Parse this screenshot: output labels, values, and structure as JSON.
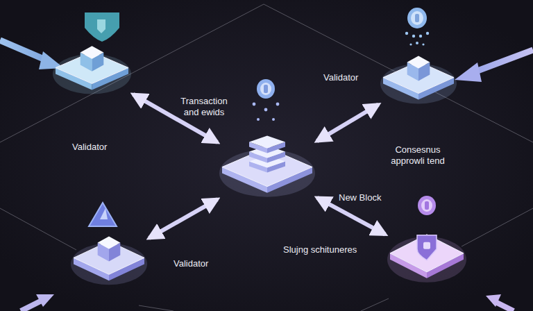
{
  "diagram": {
    "nodes": [
      {
        "text": [
          "Validator"
        ]
      },
      {
        "text": [
          "Validator"
        ]
      },
      {
        "text": [
          "New Block"
        ]
      },
      {
        "text": [
          "Validator"
        ]
      },
      {
        "text": [
          "Slujng schituneres"
        ]
      }
    ],
    "edges": [
      {
        "from": 0,
        "to": 2,
        "arrow": "both",
        "label": "Transaction and ewids"
      },
      {
        "from": 1,
        "to": 2,
        "arrow": "both",
        "label": "Consesnus approwli tend"
      },
      {
        "from": 3,
        "to": 2,
        "arrow": "both"
      },
      {
        "from": 4,
        "to": 2,
        "arrow": "both"
      }
    ]
  }
}
